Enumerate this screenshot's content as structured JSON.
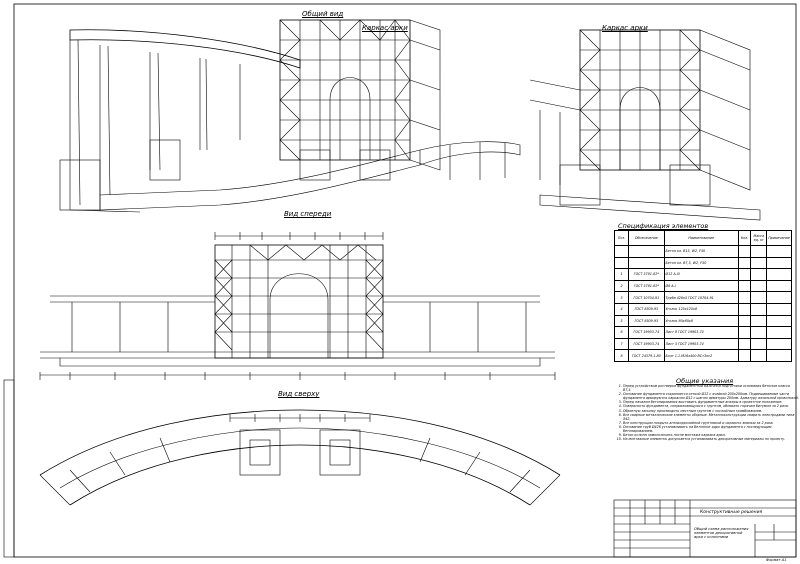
{
  "views": {
    "general": "Общий вид",
    "frame": "Каркас арки",
    "front": "Вид спереди",
    "top": "Вид сверху"
  },
  "spec": {
    "title": "Спецификация элементов",
    "headers": [
      "Поз.",
      "Обозначение",
      "Наименование",
      "Кол.",
      "Масса ед. кг",
      "Примечание"
    ],
    "rows": [
      [
        "",
        "",
        "Бетон кл. В15, W2, F50",
        "",
        "",
        ""
      ],
      [
        "",
        "",
        "Бетон кл. В7,5, W2, F50",
        "",
        "",
        ""
      ],
      [
        "1",
        "ГОСТ 5781-82*",
        "Ø12 A-III",
        "",
        "",
        ""
      ],
      [
        "2",
        "ГОСТ 5781-82*",
        "Ø8 A-I",
        "",
        "",
        ""
      ],
      [
        "3",
        "ГОСТ 10704-91",
        "Труба 426х5 ГОСТ 10704-91",
        "",
        "",
        ""
      ],
      [
        "4",
        "ГОСТ 8509-93",
        "Уголок 125х125х8",
        "",
        "",
        ""
      ],
      [
        "5",
        "ГОСТ 8509-93",
        "Уголок 80х80х8",
        "",
        "",
        ""
      ],
      [
        "6",
        "ГОСТ 19903-74",
        "Лист 8 ГОСТ 19903-74",
        "",
        "",
        ""
      ],
      [
        "7",
        "ГОСТ 19903-74",
        "Лист 5 ГОСТ 19903-74",
        "",
        "",
        ""
      ],
      [
        "8",
        "ГОСТ 24379.1-80",
        "Болт 1.1.М16х400 ВСт3пс2",
        "",
        "",
        ""
      ]
    ]
  },
  "notes": {
    "title": "Общие указания",
    "items": [
      "Перед устройством ростверка фундаментной балочной подготовки основания бетоном класса В7,5.",
      "Основание фундамента сохраняется сеткой Ø12 с ячейкой 200х200мм. Подвешиваемые части фундамента армируются каркасом Ø12 с шагом арматуры 200мм. Арматуру вязальной проволокой.",
      "Перед началом бетонирования выставить фундаментные анкеры в проектное положение.",
      "Поверхность фундамента, соприкасающуюся с грунтом, обмазать горячим битумом за 2 раза.",
      "Обратную засыпку производить местным грунтом с послойным трамбованием.",
      "Все сварные металлические элементы сборные. Металлоконструкции сварить электродами типа Э42.",
      "Все конструкции покрыть антикоррозийной грунтовкой и окрасить эмалью за 2 раза.",
      "Основание труб Ø426 устанавливать на бетонное ядро фундамента с последующим бетонированием.",
      "Бетон колонн замоноличить после монтажа каркаса арки.",
      "На монтажные элементы допускается устанавливать декоративные материалы по проекту."
    ]
  },
  "stamp": {
    "title": "Конструктивные решения",
    "desc": "Общий схема расположения элементов декоративной арки с колоннами",
    "format": "Формат А1"
  }
}
